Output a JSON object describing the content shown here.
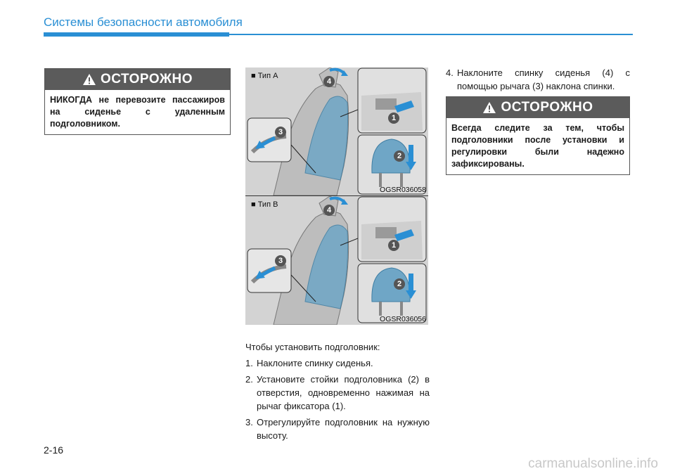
{
  "header": {
    "title": "Системы безопасности автомобиля"
  },
  "warning_left": {
    "title": "ОСТОРОЖНО",
    "text": "НИКОГДА не перевозите пассажиров на сиденье с удаленным подголовником."
  },
  "figure_a": {
    "label": "■ Тип A",
    "code": "OGSR036058"
  },
  "figure_b": {
    "label": "■ Тип B",
    "code": "OGSR036056"
  },
  "callouts": [
    "1",
    "2",
    "3",
    "4"
  ],
  "instructions": {
    "intro": "Чтобы установить подголовник:",
    "steps": [
      {
        "num": "1.",
        "text": "Наклоните спинку сиденья."
      },
      {
        "num": "2.",
        "text": "Установите стойки подголовника (2) в отверстия, одновременно нажимая на рычаг фиксатора (1)."
      },
      {
        "num": "3.",
        "text": "Отрегулируйте подголовник на нужную высоту."
      }
    ]
  },
  "step4": {
    "num": "4.",
    "text": "Наклоните спинку сиденья (4) с помощью рычага (3) наклона спинки."
  },
  "warning_right": {
    "title": "ОСТОРОЖНО",
    "text": "Всегда следите за тем, чтобы подголовники после установки и регулировки были надежно зафиксированы."
  },
  "page_number": "2-16",
  "watermark": "carmanualsonline.info",
  "colors": {
    "accent": "#2a8fd4",
    "warning_header": "#5b5b5b",
    "figure_bg": "#d3d3d3"
  }
}
